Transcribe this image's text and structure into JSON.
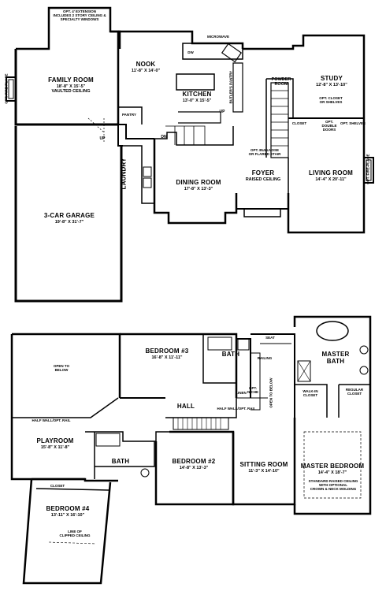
{
  "first_floor": {
    "family_room": {
      "name": "FAMILY ROOM",
      "dims": "18'-8\" X 15'-5\"",
      "note": "VAULTED CEILING"
    },
    "extension_note": [
      "OPT. 4' EXTENSION",
      "INCLUDES 2 STORY CEILING &",
      "SPECIALTY WINDOWS"
    ],
    "fireplace_left": "OPT. FIRE-PLACE",
    "nook": {
      "name": "NOOK",
      "dims": "11'-8\" X 14'-0\""
    },
    "kitchen": {
      "name": "KITCHEN",
      "dims": "13'-0\" X 15'-5\""
    },
    "microwave": "MICROWAVE",
    "dw": "DW",
    "butlers_pantry": "BUTLER'S PANTRY",
    "pantry": "PANTRY",
    "powder_room": "POWDER ROOM",
    "study": {
      "name": "STUDY",
      "dims": "12'-8\" X 13'-10\""
    },
    "study_note": [
      "OPT. CLOSET",
      "OR SHELVES"
    ],
    "opt_double_doors": [
      "OPT.",
      "DOUBLE",
      "DOORS"
    ],
    "opt_shelves": "OPT. SHELVES",
    "closet": "CLOSET",
    "up": "UP",
    "dn": "DN",
    "laundry": "LAUNDRY",
    "dining_room": {
      "name": "DINING ROOM",
      "dims": "17'-8\" X 13'-3\""
    },
    "stair_note": [
      "OPT. BULLNOSE",
      "OR FLARED STAIR"
    ],
    "foyer": {
      "name": "FOYER",
      "note": "RAISED CEILING"
    },
    "living_room": {
      "name": "LIVING ROOM",
      "dims": "14'-4\" X 20'-11\""
    },
    "fireplace_right": "OPT. FIRE-PLACE",
    "garage": {
      "name": "3-CAR GARAGE",
      "dims": "19'-8\" X 31'-7\""
    }
  },
  "second_floor": {
    "open_to_below": [
      "OPEN TO",
      "BELOW"
    ],
    "half_wall_rail": "HALF WALL/OPT. RAIL",
    "bedroom3": {
      "name": "BEDROOM #3",
      "dims": "16'-8\" X 11'-11\""
    },
    "bath_upper": "BATH",
    "railing": "RAILING",
    "seat": "SEAT",
    "linen": "LINEN",
    "opt_niche": [
      "OPT.",
      "NICHE"
    ],
    "open_to_below_vertical": "OPEN TO BELOW",
    "master_bath": "MASTER BATH",
    "walk_in_closet": [
      "WALK-IN",
      "CLOSET"
    ],
    "regular_closet": [
      "REGULAR",
      "CLOSET"
    ],
    "hall": "HALL",
    "half_wall_rail_2": "HALF WALL/OPT. RAIL",
    "playroom": {
      "name": "PLAYROOM",
      "dims": "15'-8\" X 11'-8\""
    },
    "bath_lower": "BATH",
    "bedroom2": {
      "name": "BEDROOM #2",
      "dims": "14'-8\" X 13'-3\""
    },
    "sitting_room": {
      "name": "SITTING ROOM",
      "dims": "11'-3\" X 14'-10\""
    },
    "master_bedroom": {
      "name": "MASTER BEDROOM",
      "dims": "14'-4\" X 18'-7\""
    },
    "master_note": [
      "STANDARD RAISED CEILING",
      "WITH OPTIONAL",
      "CROWN & NECK MOLDING"
    ],
    "closet": "CLOSET",
    "bedroom4": {
      "name": "BEDROOM #4",
      "dims": "13'-11\" X 16'-10\""
    },
    "bedroom4_note": [
      "LINE OF",
      "CLIPPED CEILING"
    ]
  }
}
